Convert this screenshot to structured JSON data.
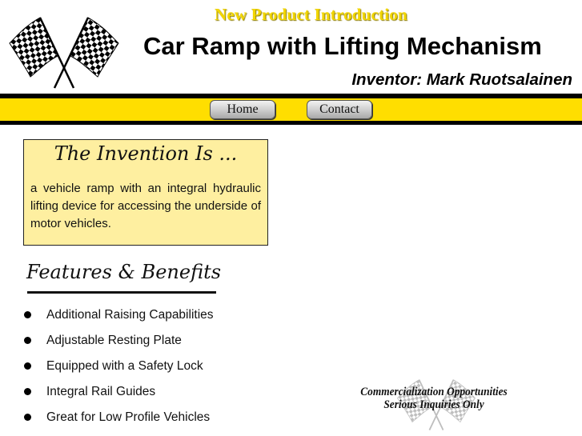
{
  "header": {
    "tagline": "New Product Introduction",
    "title": "Car Ramp with Lifting Mechanism",
    "inventor": "Inventor: Mark Ruotsalainen",
    "logo_icon": "checkered-flags-icon"
  },
  "nav": {
    "items": [
      {
        "label": "Home"
      },
      {
        "label": "Contact"
      }
    ],
    "colors": {
      "band": "#FFDE00",
      "border": "#000000"
    }
  },
  "invention": {
    "heading": "The Invention Is ...",
    "text": "a vehicle ramp with an integral hydraulic lifting device for accessing the underside of motor vehicles.",
    "background": "#FEEFA0"
  },
  "features": {
    "heading": "Features & Benefits",
    "items": [
      {
        "label": "Additional Raising Capabilities"
      },
      {
        "label": "Adjustable Resting Plate"
      },
      {
        "label": "Equipped with a Safety Lock"
      },
      {
        "label": "Integral Rail Guides"
      },
      {
        "label": "Great for Low Profile Vehicles"
      }
    ]
  },
  "footer": {
    "line1": "Commercialization Opportunities",
    "line2": "Serious Inquiries Only"
  }
}
